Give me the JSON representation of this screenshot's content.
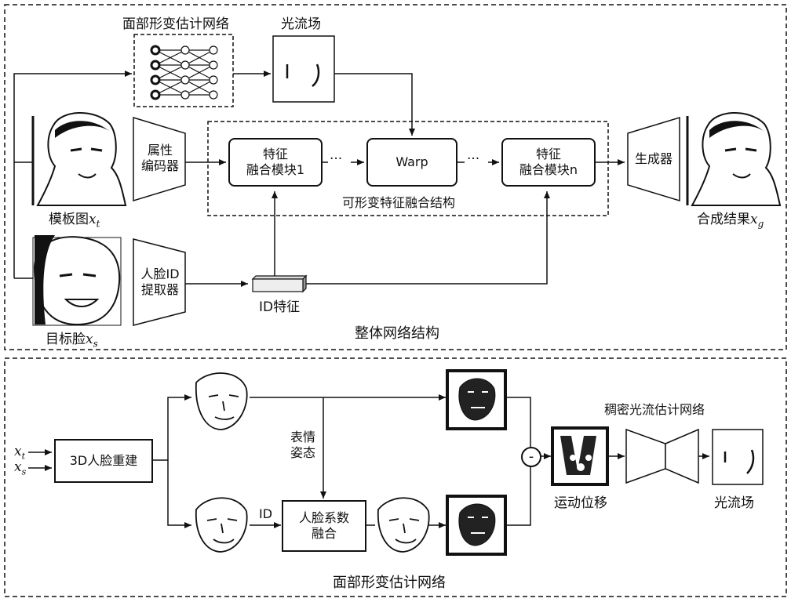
{
  "top": {
    "face_deform_net": "面部形变估计网络",
    "optical_flow": "光流场",
    "attr_encoder": [
      "属性",
      "编码器"
    ],
    "feat_fuse_1": [
      "特征",
      "融合模块1"
    ],
    "warp": "Warp",
    "feat_fuse_n": [
      "特征",
      "融合模块n"
    ],
    "deform_fusion": "可形变特征融合结构",
    "generator": "生成器",
    "template_label": "模板图",
    "template_var": "x",
    "template_sub": "t",
    "result_label": "合成结果",
    "result_var": "x",
    "result_sub": "g",
    "id_extractor": [
      "人脸ID",
      "提取器"
    ],
    "id_feature": "ID特征",
    "target_label": "目标脸",
    "target_var": "x",
    "target_sub": "s",
    "dots": "···",
    "title": "整体网络结构"
  },
  "bottom": {
    "input_xt_var": "x",
    "input_xt_sub": "t",
    "input_xs_var": "x",
    "input_xs_sub": "s",
    "recon": "3D人脸重建",
    "expr_pose": [
      "表情",
      "姿态"
    ],
    "id": "ID",
    "coef_fusion": [
      "人脸系数",
      "融合"
    ],
    "minus": "-",
    "motion": "运动位移",
    "dense_flow_net": "稠密光流估计网络",
    "optical_flow": "光流场",
    "title": "面部形变估计网络"
  }
}
